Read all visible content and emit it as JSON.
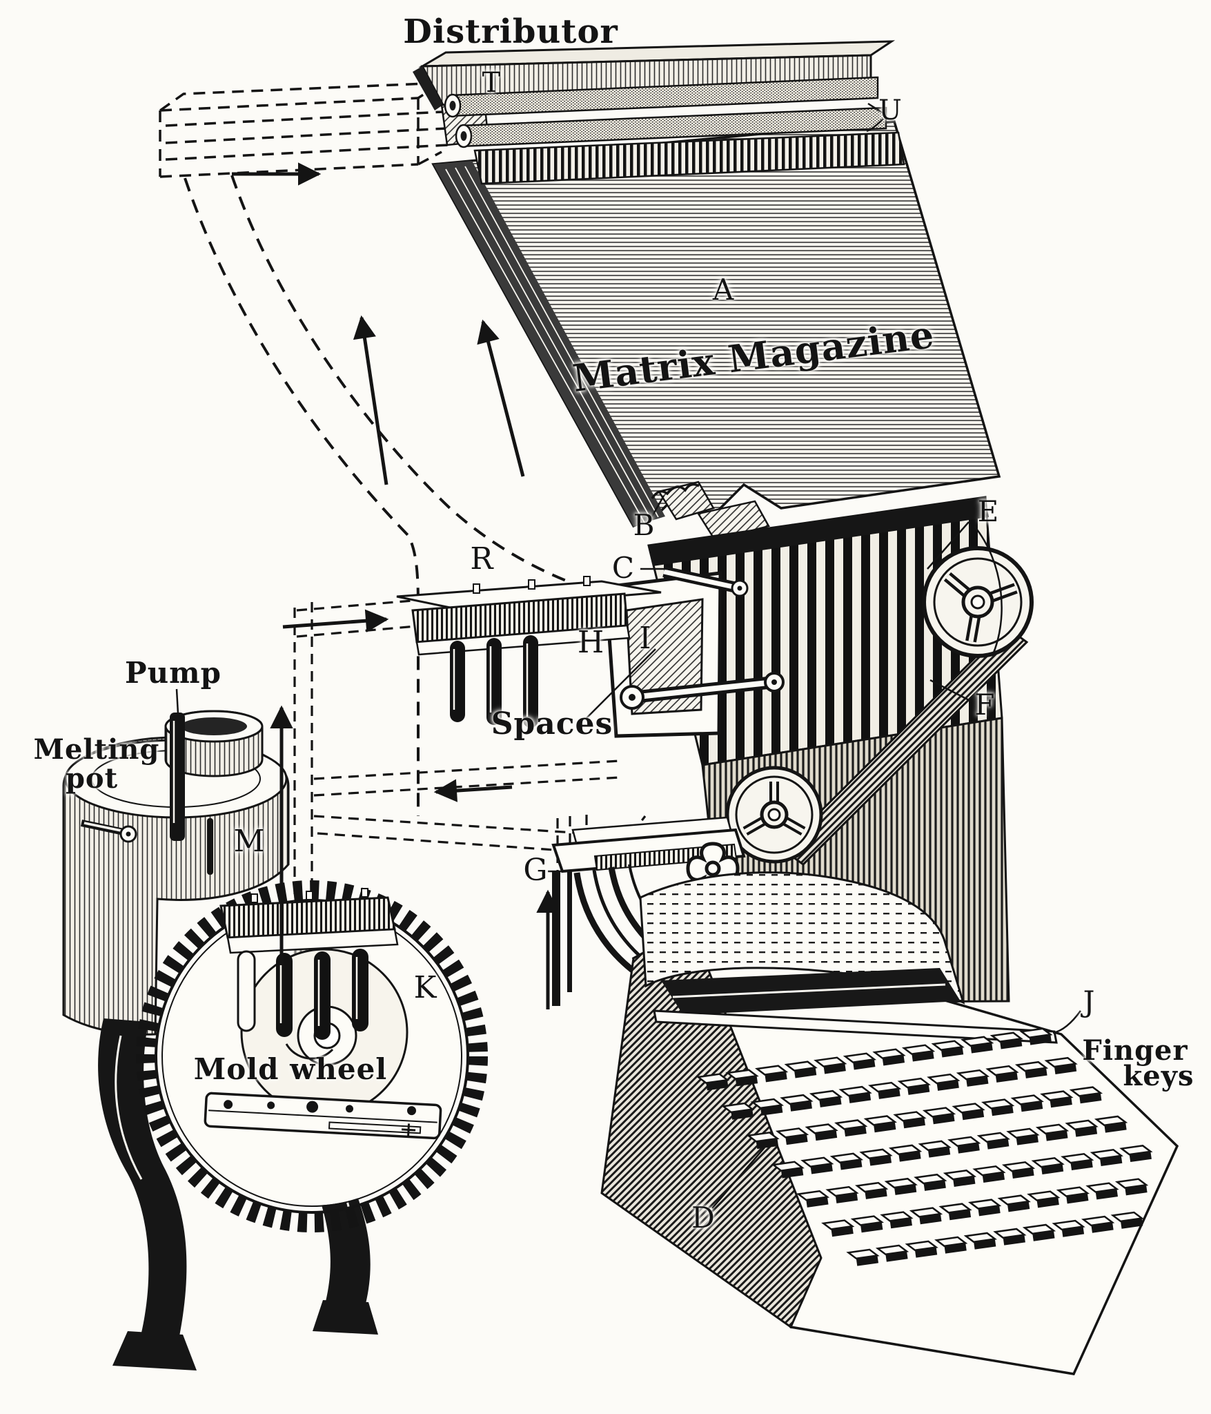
{
  "figure": {
    "subject": "Linotype machine cutaway diagram",
    "paper_color": "#fcfbf7",
    "ink_color": "#141414"
  },
  "labels": {
    "distributor": "Distributor",
    "matrix_magazine": "Matrix Magazine",
    "spaces": "Spaces",
    "pump": "Pump",
    "melting": "Melting",
    "pot": "pot",
    "mold_wheel": "Mold wheel",
    "finger": "Finger",
    "keys": "keys"
  },
  "letters": {
    "T": "T",
    "U": "U",
    "A": "A",
    "B": "B",
    "C": "C",
    "D": "D",
    "E": "E",
    "F": "F",
    "G": "G",
    "H": "H",
    "I": "I",
    "J": "J",
    "K": "K",
    "M": "M",
    "R": "R"
  }
}
